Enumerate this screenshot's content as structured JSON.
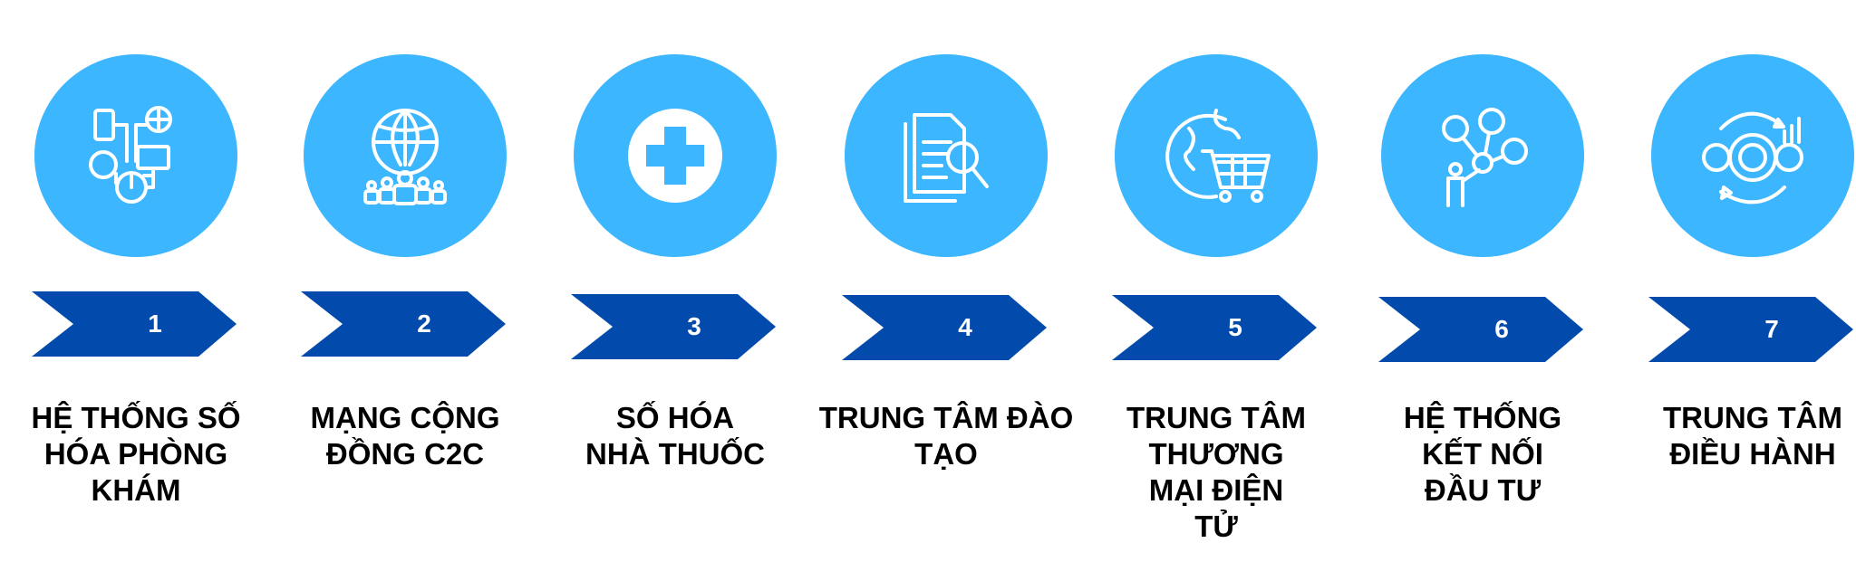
{
  "colors": {
    "circle": "#3bb6ff",
    "chevron": "#024bad",
    "icon": "#ffffff",
    "text": "#000000"
  },
  "steps": [
    {
      "number": "1",
      "icon": "devices-network-icon",
      "lines": [
        "HỆ THỐNG SỐ",
        "HÓA PHÒNG",
        "KHÁM"
      ]
    },
    {
      "number": "2",
      "icon": "globe-community-icon",
      "lines": [
        "MẠNG CỘNG",
        "ĐỒNG C2C"
      ]
    },
    {
      "number": "3",
      "icon": "medical-cross-icon",
      "lines": [
        "SỐ HÓA",
        "NHÀ THUỐC"
      ]
    },
    {
      "number": "4",
      "icon": "document-search-icon",
      "lines": [
        "TRUNG TÂM ĐÀO",
        "TẠO"
      ]
    },
    {
      "number": "5",
      "icon": "globe-cart-icon",
      "lines": [
        "TRUNG TÂM",
        "THƯƠNG",
        "MẠI ĐIỆN",
        "TỬ"
      ]
    },
    {
      "number": "6",
      "icon": "investor-network-icon",
      "lines": [
        "HỆ THỐNG",
        "KẾT NỐI",
        "ĐẦU TƯ"
      ]
    },
    {
      "number": "7",
      "icon": "gears-management-icon",
      "lines": [
        "TRUNG TÂM",
        "ĐIỀU HÀNH"
      ]
    }
  ]
}
